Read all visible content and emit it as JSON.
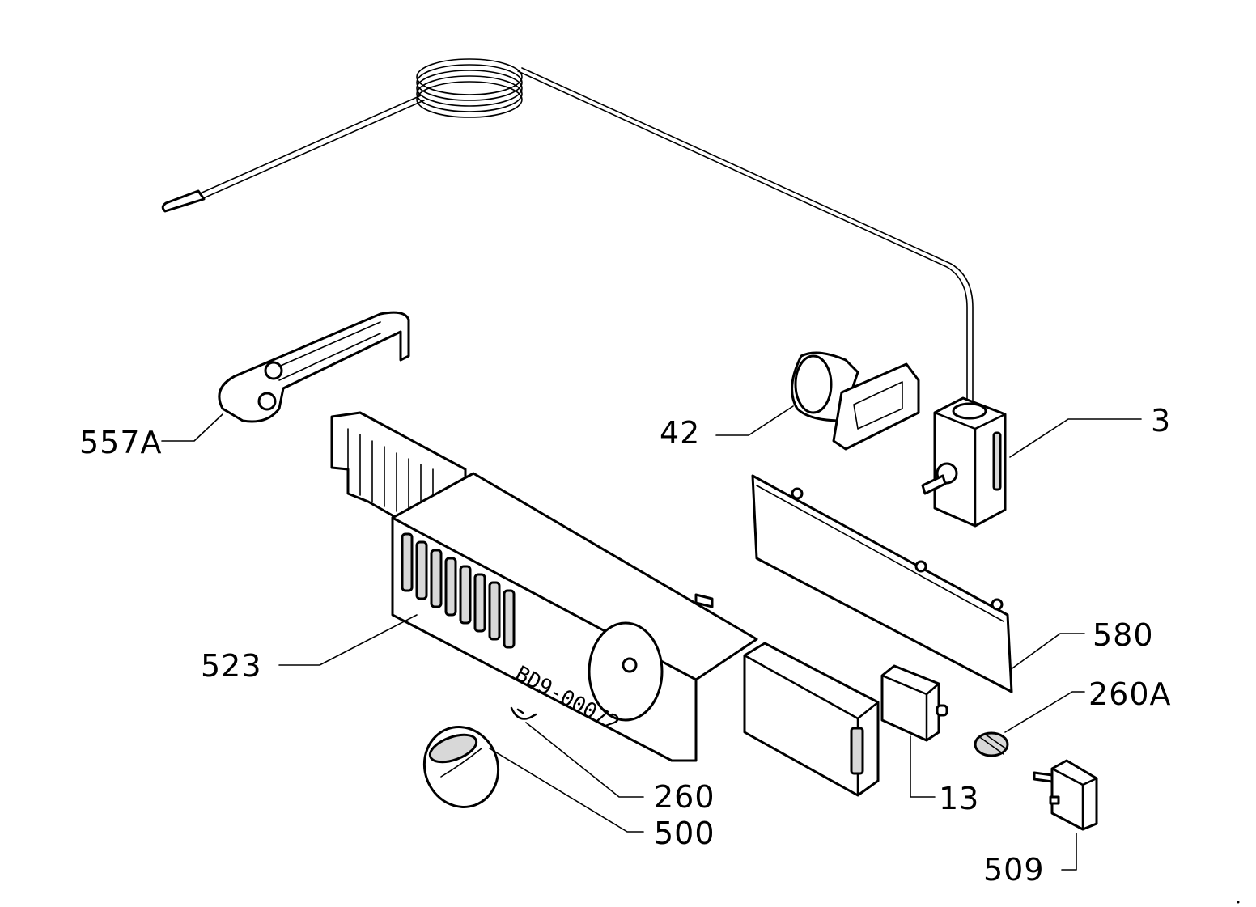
{
  "diagram": {
    "labels": {
      "p557a": "557A",
      "p42": "42",
      "p3": "3",
      "p523": "523",
      "p580": "580",
      "p260a": "260A",
      "p260": "260",
      "p500": "500",
      "p13": "13",
      "p509": "509"
    },
    "stamp": "BD9-00072",
    "colors": {
      "line": "#000000",
      "background": "#ffffff",
      "fill_shade": "#d8d8d8"
    }
  }
}
